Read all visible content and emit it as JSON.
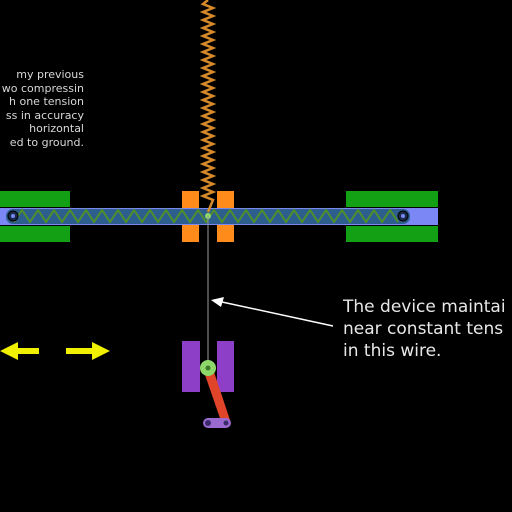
{
  "notes": {
    "left_lines": [
      "my previous",
      "wo compressin",
      "h one tension",
      "ss in accuracy",
      " horizontal",
      "ed to ground."
    ],
    "callout_lines": [
      "The device maintai",
      "near constant tens",
      "in this wire."
    ]
  },
  "colors": {
    "background": "#000000",
    "rail_green": "#14a014",
    "rod_blue": "#7a87f5",
    "rod_dark": "#2e5e8e",
    "spring_coil": "#4f8f2c",
    "vertical_spring": "#d78a2a",
    "orange_guide": "#ff8c1a",
    "purple_block": "#8e3fc8",
    "green_pivot": "#8ed86a",
    "red_link": "#e0452a",
    "small_link": "#9a6ad0",
    "arrow_yellow": "#f0f000",
    "pointer_white": "#ffffff",
    "text": "#e0e0e0"
  },
  "icons": {
    "left_arrow": "arrow-left-icon",
    "right_arrow": "arrow-right-icon"
  }
}
